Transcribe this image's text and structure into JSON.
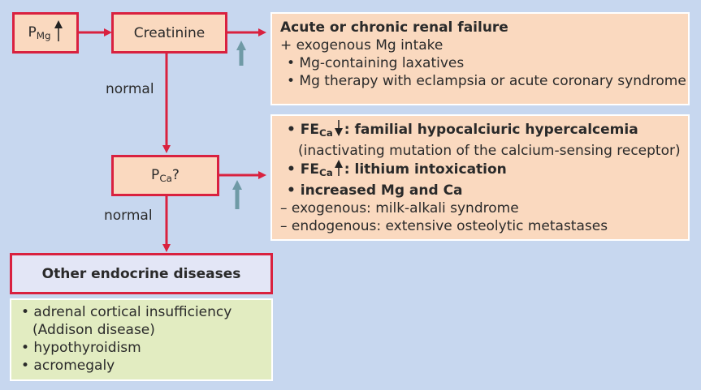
{
  "pmg_box": {
    "p": "P",
    "sub": "Mg",
    "arrow": "up-arrow"
  },
  "creatinine_box": {
    "label": "Creatinine"
  },
  "pca_box": {
    "p": "P",
    "sub": "Ca",
    "q": "?"
  },
  "normal_labels": [
    "normal",
    "normal"
  ],
  "renal_panel": {
    "title": "Acute or chronic renal failure",
    "lines": [
      "+ exogenous Mg intake",
      "• Mg-containing laxatives",
      "• Mg therapy with eclampsia or acute coronary syndrome"
    ]
  },
  "calcium_panel": {
    "line1": {
      "bullet": "•",
      "fe": "FE",
      "sub": "Ca",
      "arrow": "down-arrow",
      "text": ": familial hypocalciuric hypercalcemia"
    },
    "line2": "(inactivating mutation of the calcium-sensing receptor)",
    "line3": {
      "bullet": "•",
      "fe": "FE",
      "sub": "Ca",
      "arrow": "up-arrow",
      "text": ": lithium intoxication"
    },
    "line4": "• increased Mg and Ca",
    "line5": "– exogenous: milk-alkali syndrome",
    "line6": "– endogenous: extensive osteolytic metastases"
  },
  "endocrine_box": {
    "title": "Other endocrine diseases"
  },
  "endocrine_list": [
    "• adrenal cortical insufficiency",
    "(Addison disease)",
    "• hypothyroidism",
    "• acromegaly"
  ],
  "colors": {
    "background": "#c7d7ef",
    "red": "#d9213f",
    "peach": "#fad9bf",
    "green": "#e2ecc1",
    "lavender": "#e3e6f6",
    "steel_arrow": "#6f9aa6"
  }
}
